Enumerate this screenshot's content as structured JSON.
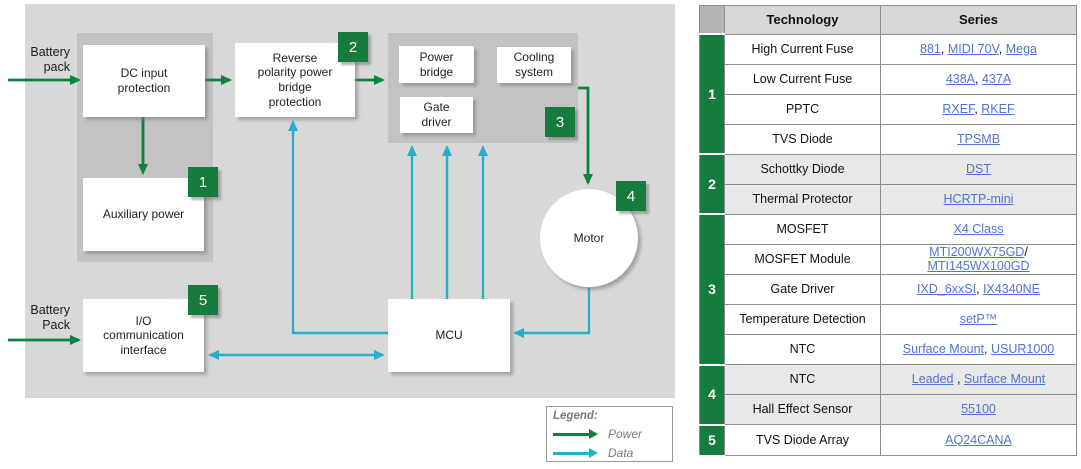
{
  "colors": {
    "green": "#187b3e",
    "power_arrow": "#0e8040",
    "data_arrow": "#29adcb",
    "link": "#4f74d9"
  },
  "diagram": {
    "battery_top": "Battery\npack",
    "battery_bottom": "Battery\nPack",
    "boxes": {
      "dc_input": "DC input\nprotection",
      "reverse": "Reverse\npolarity power\nbridge\nprotection",
      "aux": "Auxiliary power",
      "power_bridge": "Power\nbridge",
      "cooling": "Cooling\nsystem",
      "gate_driver": "Gate\ndriver",
      "mcu": "MCU",
      "io": "I/O\ncommunication\ninterface",
      "motor": "Motor"
    },
    "badges": {
      "b1": "1",
      "b2": "2",
      "b3": "3",
      "b4": "4",
      "b5": "5"
    },
    "legend": {
      "title": "Legend:",
      "power": "Power",
      "data": "Data"
    }
  },
  "table": {
    "headers": {
      "technology": "Technology",
      "series": "Series"
    },
    "groups": [
      {
        "num": "1",
        "shaded": false,
        "rows": [
          {
            "tech": "High Current Fuse",
            "series": [
              {
                "text": "881",
                "link": true
              },
              {
                "text": ", "
              },
              {
                "text": "MIDI 70V",
                "link": true
              },
              {
                "text": ", "
              },
              {
                "text": "Mega",
                "link": true
              }
            ]
          },
          {
            "tech": "Low Current Fuse",
            "series": [
              {
                "text": "438A",
                "link": true
              },
              {
                "text": ", "
              },
              {
                "text": "437A",
                "link": true
              }
            ]
          },
          {
            "tech": "PPTC",
            "series": [
              {
                "text": "RXEF",
                "link": true
              },
              {
                "text": ", "
              },
              {
                "text": "RKEF",
                "link": true
              }
            ]
          },
          {
            "tech": "TVS Diode",
            "series": [
              {
                "text": "TPSMB",
                "link": true
              }
            ]
          }
        ]
      },
      {
        "num": "2",
        "shaded": true,
        "rows": [
          {
            "tech": "Schottky Diode",
            "series": [
              {
                "text": "DST",
                "link": true
              }
            ]
          },
          {
            "tech": "Thermal Protector",
            "series": [
              {
                "text": "HCRTP-mini",
                "link": true
              }
            ]
          }
        ]
      },
      {
        "num": "3",
        "shaded": false,
        "rows": [
          {
            "tech": "MOSFET",
            "series": [
              {
                "text": "X4 Class",
                "link": true
              }
            ]
          },
          {
            "tech": "MOSFET Module",
            "series": [
              {
                "text": "MTI200WX75GD",
                "link": true
              },
              {
                "text": "/",
                "br": true
              },
              {
                "text": "MTI145WX100GD",
                "link": true
              }
            ]
          },
          {
            "tech": "Gate Driver",
            "series": [
              {
                "text": "IXD_6xxSI",
                "link": true
              },
              {
                "text": ", "
              },
              {
                "text": "IX4340NE",
                "link": true
              }
            ]
          },
          {
            "tech": "Temperature Detection",
            "series": [
              {
                "text": "setP™",
                "link": true
              }
            ]
          },
          {
            "tech": "NTC",
            "series": [
              {
                "text": "Surface Mount",
                "link": true
              },
              {
                "text": ", "
              },
              {
                "text": "USUR1000",
                "link": true
              }
            ]
          }
        ]
      },
      {
        "num": "4",
        "shaded": true,
        "rows": [
          {
            "tech": "NTC",
            "series": [
              {
                "text": "Leaded",
                "link": true
              },
              {
                "text": " , "
              },
              {
                "text": "Surface Mount",
                "link": true
              }
            ]
          },
          {
            "tech": "Hall Effect Sensor",
            "series": [
              {
                "text": "55100",
                "link": true
              }
            ]
          }
        ]
      },
      {
        "num": "5",
        "shaded": false,
        "rows": [
          {
            "tech": "TVS Diode Array",
            "series": [
              {
                "text": "AQ24CANA",
                "link": true
              }
            ]
          }
        ]
      }
    ]
  }
}
